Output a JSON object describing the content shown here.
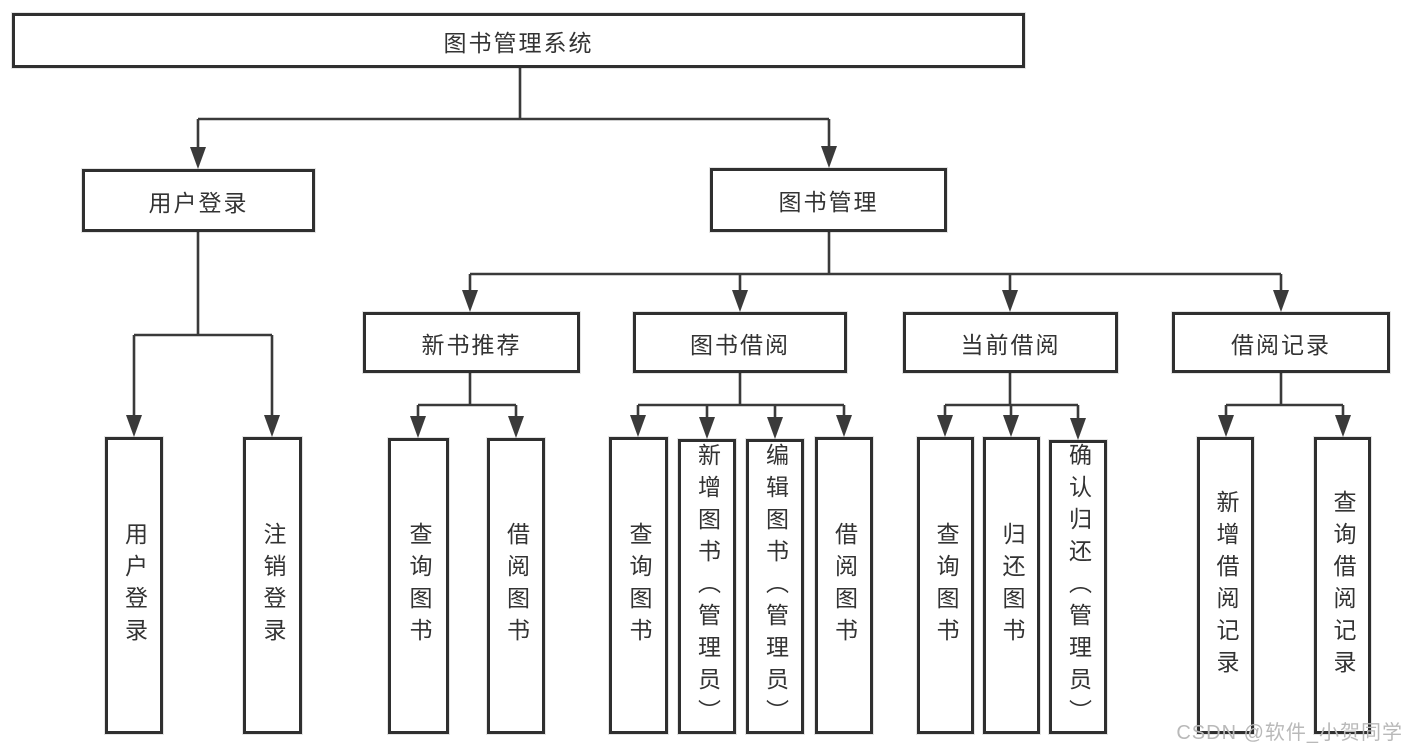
{
  "diagram": {
    "title": "图书管理系统",
    "type": "tree-structure-diagram",
    "colors": {
      "background": "#ffffff",
      "node_border": "#2f2f2f",
      "connector_line": "#3a3a3a",
      "node_text": "#333333",
      "watermark_text": "#b9b9b9"
    },
    "watermark": "CSDN @软件_小贺同学"
  },
  "nodes": {
    "root": "图书管理系统",
    "user_login": "用户登录",
    "book_mgmt": "图书管理",
    "ul_user_login": "用户登录",
    "ul_logout": "注销登录",
    "new_book_rec": "新书推荐",
    "book_borrow": "图书借阅",
    "current_borrow": "当前借阅",
    "borrow_records": "借阅记录",
    "nb_query_books": "查询图书",
    "nb_borrow_books": "借阅图书",
    "bb_query_books": "查询图书",
    "bb_add_books": "新增图书（管理员）",
    "bb_edit_books": "编辑图书（管理员）",
    "bb_borrow_books": "借阅图书",
    "cb_query_books": "查询图书",
    "cb_return_books": "归还图书",
    "cb_confirm_return": "确认归还（管理员）",
    "br_add_record": "新增借阅记录",
    "br_query_record": "查询借阅记录"
  },
  "hierarchy": {
    "图书管理系统": {
      "用户登录": [
        "用户登录",
        "注销登录"
      ],
      "图书管理": {
        "新书推荐": [
          "查询图书",
          "借阅图书"
        ],
        "图书借阅": [
          "查询图书",
          "新增图书（管理员）",
          "编辑图书（管理员）",
          "借阅图书"
        ],
        "当前借阅": [
          "查询图书",
          "归还图书",
          "确认归还（管理员）"
        ],
        "借阅记录": [
          "新增借阅记录",
          "查询借阅记录"
        ]
      }
    }
  }
}
